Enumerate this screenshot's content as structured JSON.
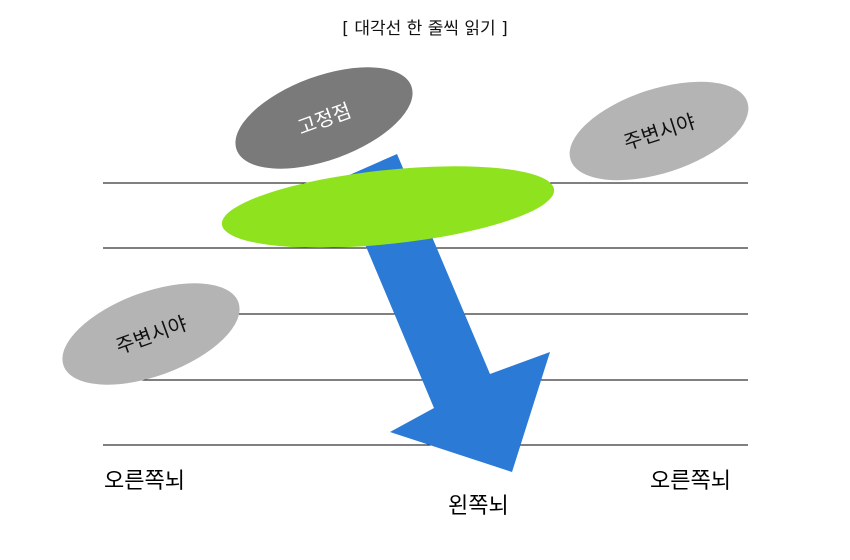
{
  "title": "[ 대각선 한 줄씩 읽기 ]",
  "labels": {
    "fixation_point": "고정점",
    "peripheral_right": "주변시야",
    "peripheral_left": "주변시야",
    "right_brain_left": "오른쪽뇌",
    "right_brain_right": "오른쪽뇌",
    "left_brain": "왼쪽뇌"
  },
  "colors": {
    "fixation": "#7a7a7a",
    "peripheral": "#b4b4b4",
    "highlight": "#8fe21e",
    "arrow": "#2a7ad6",
    "lines": "#000000"
  }
}
